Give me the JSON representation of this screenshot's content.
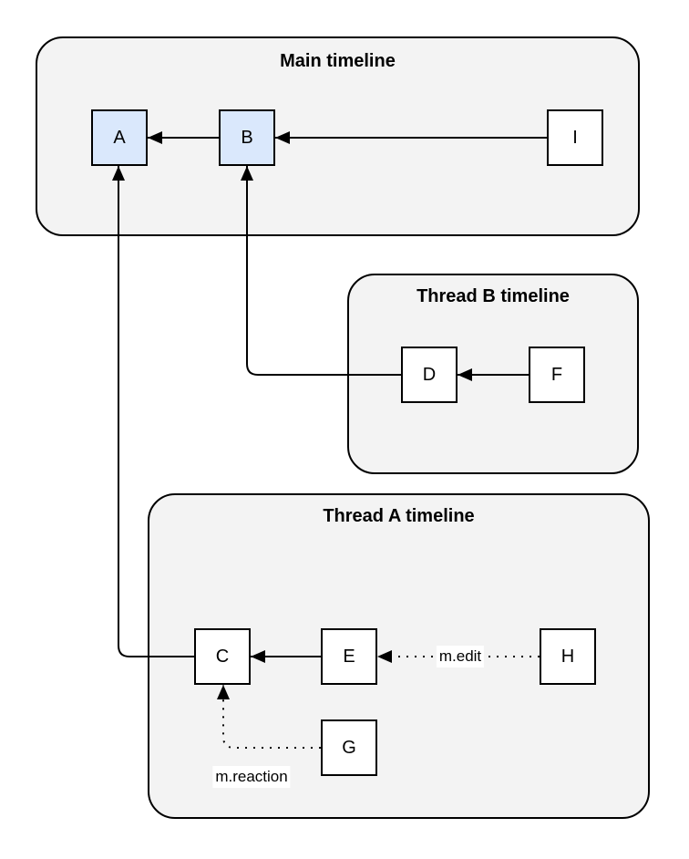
{
  "colors": {
    "canvas_bg": "#ffffff",
    "container_fill": "#f3f3f3",
    "container_stroke": "#000000",
    "node_fill": "#ffffff",
    "node_highlight_fill": "#dae8fc",
    "node_stroke": "#000000",
    "edge_color": "#000000"
  },
  "containers": {
    "main": {
      "title": "Main timeline"
    },
    "thread_b": {
      "title": "Thread B timeline"
    },
    "thread_a": {
      "title": "Thread A timeline"
    }
  },
  "nodes": {
    "a": {
      "label": "A",
      "highlighted": true,
      "container": "main"
    },
    "b": {
      "label": "B",
      "highlighted": true,
      "container": "main"
    },
    "i": {
      "label": "I",
      "highlighted": false,
      "container": "main"
    },
    "d": {
      "label": "D",
      "highlighted": false,
      "container": "thread_b"
    },
    "f": {
      "label": "F",
      "highlighted": false,
      "container": "thread_b"
    },
    "c": {
      "label": "C",
      "highlighted": false,
      "container": "thread_a"
    },
    "e": {
      "label": "E",
      "highlighted": false,
      "container": "thread_a"
    },
    "h": {
      "label": "H",
      "highlighted": false,
      "container": "thread_a"
    },
    "g": {
      "label": "G",
      "highlighted": false,
      "container": "thread_a"
    }
  },
  "edges": [
    {
      "from": "B",
      "to": "A",
      "style": "solid",
      "label": ""
    },
    {
      "from": "I",
      "to": "B",
      "style": "solid",
      "label": ""
    },
    {
      "from": "F",
      "to": "D",
      "style": "solid",
      "label": ""
    },
    {
      "from": "D",
      "to": "B",
      "style": "solid",
      "label": ""
    },
    {
      "from": "E",
      "to": "C",
      "style": "solid",
      "label": ""
    },
    {
      "from": "H",
      "to": "E",
      "style": "dotted",
      "label": "m.edit"
    },
    {
      "from": "C",
      "to": "A",
      "style": "solid",
      "label": ""
    },
    {
      "from": "G",
      "to": "C",
      "style": "dotted",
      "label": "m.reaction"
    }
  ]
}
